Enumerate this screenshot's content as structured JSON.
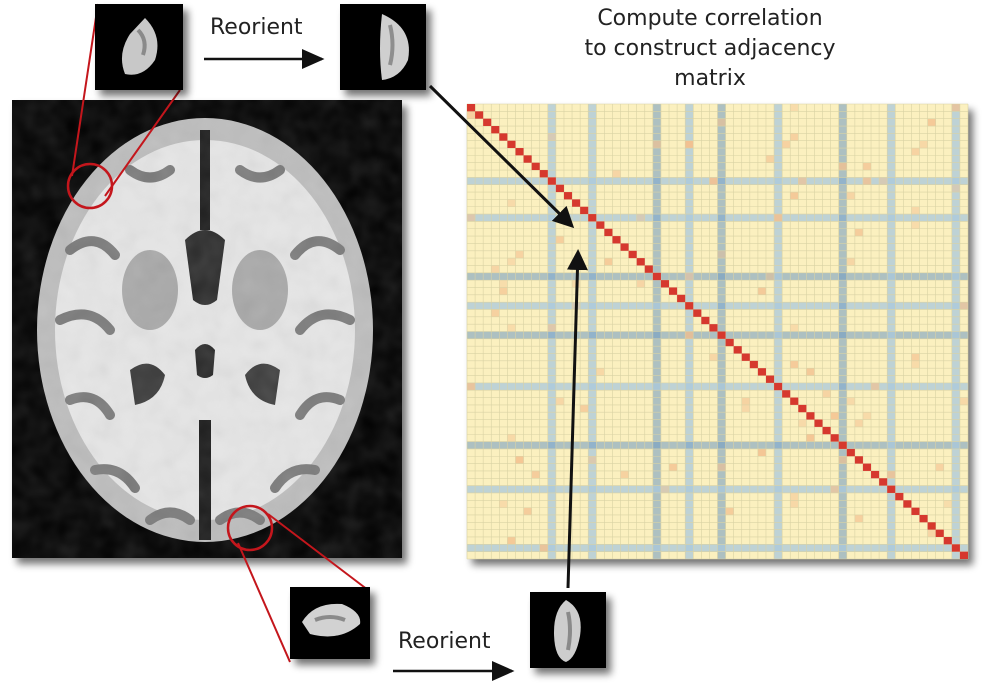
{
  "title": {
    "lines": [
      "Compute correlation",
      "to construct adjacency",
      "matrix"
    ]
  },
  "labels": {
    "reorient_top": "Reorient",
    "reorient_bottom": "Reorient"
  },
  "colors": {
    "background": "#ffffff",
    "scan_background": "#000000",
    "highlight": "#c4161c",
    "arrow": "#111111",
    "matrix_cell": "#fbf0bf",
    "matrix_grid": "#d9d2a4",
    "matrix_blue": "#a9c8dc",
    "matrix_blue_strong": "#6e99c2",
    "matrix_orange": "#f3c08f",
    "matrix_diagonal": "#d6382e"
  }
}
